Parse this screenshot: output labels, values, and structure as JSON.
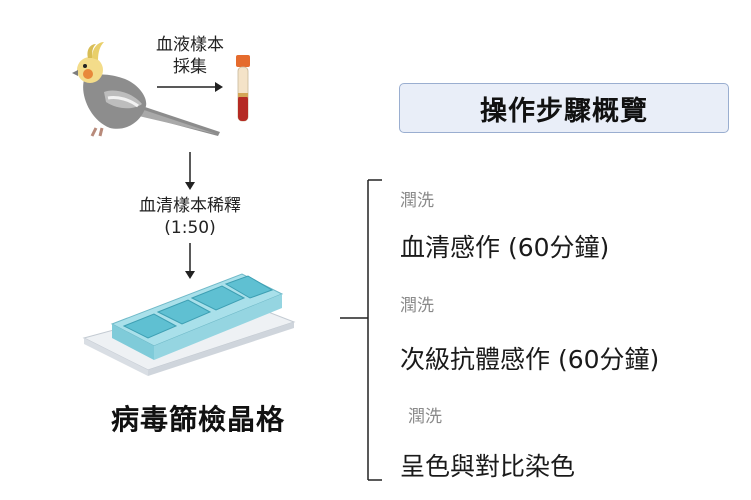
{
  "labels": {
    "blood_collection_line1": "血液樣本",
    "blood_collection_line2": "採集",
    "dilution_line1": "血清樣本稀釋",
    "dilution_line2": "(1:50)",
    "slide_title": "病毒篩檢晶格"
  },
  "overview": {
    "title": "操作步驟概覽"
  },
  "steps": [
    {
      "wash": "潤洗",
      "label": "血清感作 (60分鐘)"
    },
    {
      "wash": "潤洗",
      "label": "次級抗體感作 (60分鐘)"
    },
    {
      "wash": "潤洗",
      "label": "呈色與對比染色"
    }
  ],
  "colors": {
    "box_fill": "#e9eef8",
    "box_border": "#9aaed0",
    "tube_cap": "#e56b2d",
    "blood": "#b52a23",
    "slide_cyan": "#8fd6e3"
  },
  "icons": [
    "cockatiel-illustration",
    "blood-tube-icon",
    "chamber-slide-illustration"
  ]
}
